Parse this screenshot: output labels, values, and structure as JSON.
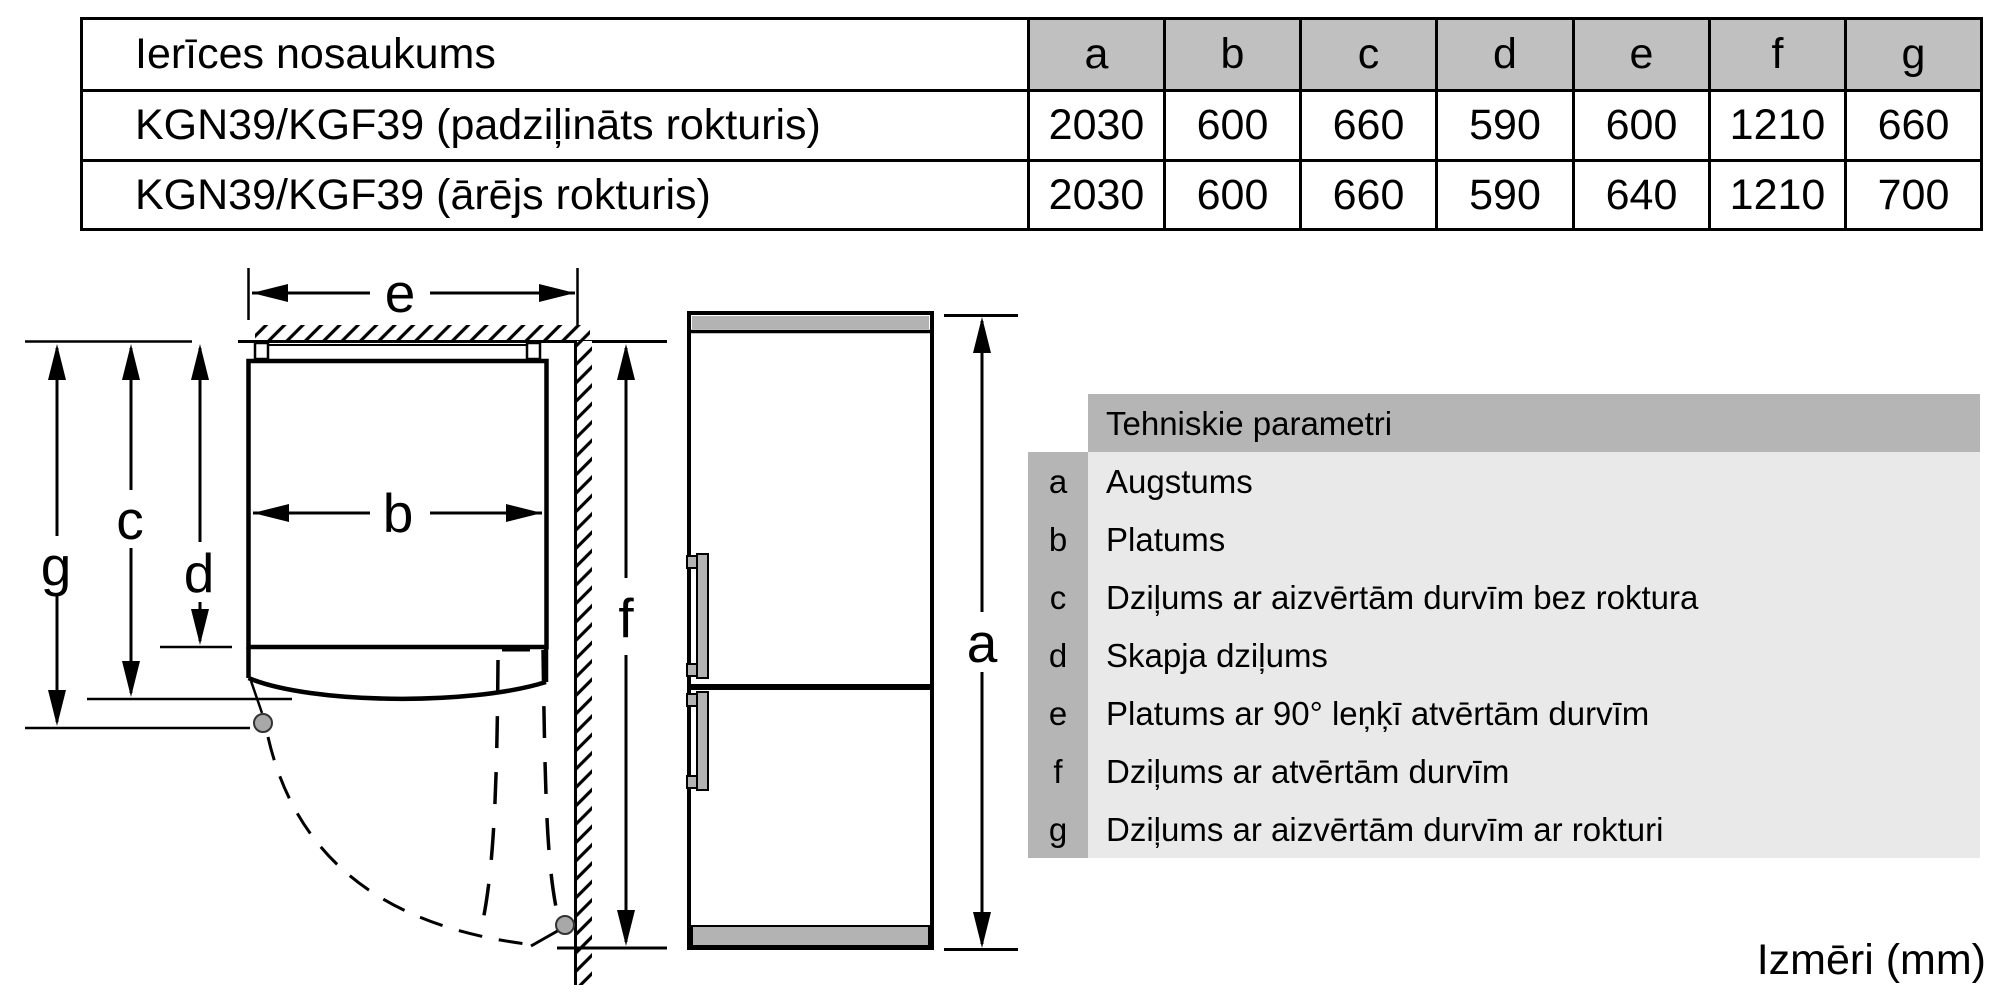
{
  "table": {
    "header": {
      "name_col": "Ierīces nosaukums",
      "cols": [
        "a",
        "b",
        "c",
        "d",
        "e",
        "f",
        "g"
      ]
    },
    "rows": [
      {
        "name": "KGN39/KGF39 (padziļināts rokturis)",
        "values": [
          "2030",
          "600",
          "660",
          "590",
          "600",
          "1210",
          "660"
        ]
      },
      {
        "name": "KGN39/KGF39 (ārējs rokturis)",
        "values": [
          "2030",
          "600",
          "660",
          "590",
          "640",
          "1210",
          "700"
        ]
      }
    ]
  },
  "legend": {
    "title": "Tehniskie parametri",
    "items": [
      {
        "key": "a",
        "label": "Augstums"
      },
      {
        "key": "b",
        "label": "Platums"
      },
      {
        "key": "c",
        "label": "Dziļums ar aizvērtām durvīm bez roktura"
      },
      {
        "key": "d",
        "label": "Skapja dziļums"
      },
      {
        "key": "e",
        "label": "Platums ar 90° leņķī atvērtām durvīm"
      },
      {
        "key": "f",
        "label": "Dziļums ar atvērtām durvīm"
      },
      {
        "key": "g",
        "label": "Dziļums ar aizvērtām durvīm ar rokturi"
      }
    ]
  },
  "diagram": {
    "labels": {
      "a": "a",
      "b": "b",
      "c": "c",
      "d": "d",
      "e": "e",
      "f": "f",
      "g": "g"
    }
  },
  "footer": {
    "units_label": "Izmēri (mm)"
  },
  "colors": {
    "table_header_bg": "#c0c0c0",
    "legend_dark_bg": "#b5b5b5",
    "legend_light_bg": "#e9e9e9",
    "drawing_gray": "#b3b3b3",
    "ink": "#000000"
  }
}
